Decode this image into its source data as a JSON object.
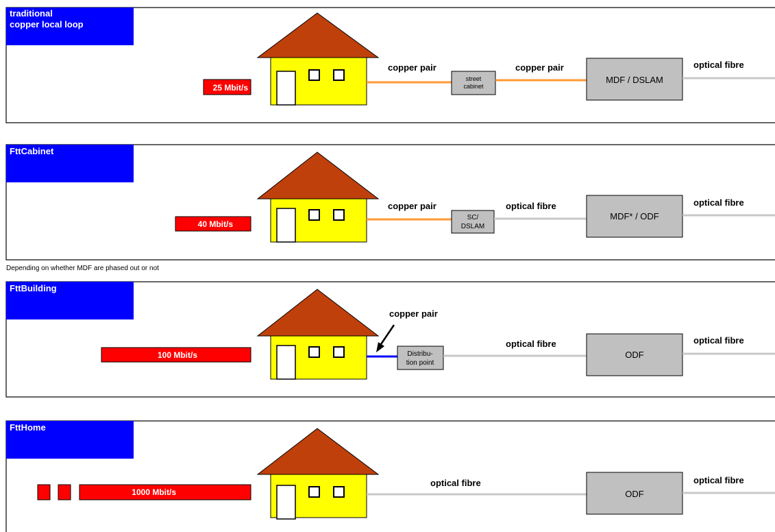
{
  "colors": {
    "title_bg": "#0000ff",
    "speed_bar": "#ff0000",
    "house_wall": "#ffff00",
    "roof": "#c0400c",
    "copper": "#ff9933",
    "copper_inhouse": "#0000ff",
    "fibre": "#c8c8c8",
    "box": "#c0c0c0"
  },
  "footnote": "Depending on whether MDF are phased out or not",
  "panels": [
    {
      "id": "traditional",
      "title_line1": "traditional",
      "title_line2": "copper local loop",
      "speed": "25 Mbit/s",
      "cabinet_line1": "street",
      "cabinet_line2": "cabinet",
      "link1_label": "copper pair",
      "link2_label": "copper pair",
      "exchange": "MDF / DSLAM",
      "uplink_label": "optical fibre"
    },
    {
      "id": "fttcabinet",
      "title_line1": "FttCabinet",
      "speed": "40 Mbit/s",
      "cabinet_line1": "SC/",
      "cabinet_line2": "DSLAM",
      "link1_label": "copper pair",
      "link2_label": "optical fibre",
      "exchange": "MDF* / ODF",
      "uplink_label": "optical fibre"
    },
    {
      "id": "fttbuilding",
      "title_line1": "FttBuilding",
      "speed": "100 Mbit/s",
      "cabinet_line1": "Distribu-",
      "cabinet_line2": "tion point",
      "link1_label": "copper pair",
      "link2_label": "optical fibre",
      "exchange": "ODF",
      "uplink_label": "optical fibre"
    },
    {
      "id": "ftthome",
      "title_line1": "FttHome",
      "speed": "1000 Mbit/s",
      "link1_label": "optical fibre",
      "exchange": "ODF",
      "uplink_label": "optical fibre"
    }
  ]
}
